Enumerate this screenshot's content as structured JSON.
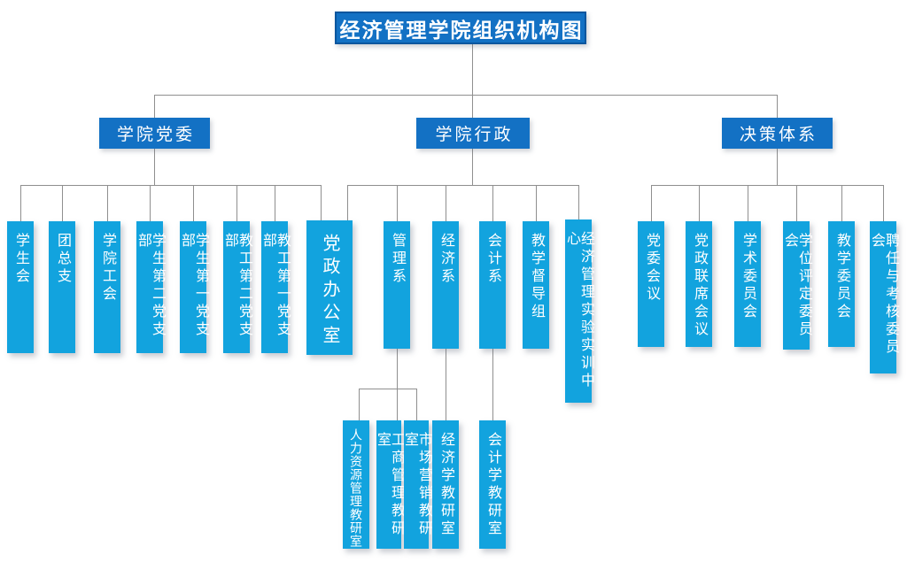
{
  "title": "经济管理学院组织机构图",
  "branches": [
    {
      "label": "学院党委"
    },
    {
      "label": "学院行政"
    },
    {
      "label": "决策体系"
    }
  ],
  "party_children": [
    "学生会",
    "团总支",
    "学院工会",
    "学生第二党支部",
    "学生第一党支部",
    "教工第二党支部",
    "教工第一党支部"
  ],
  "shared_office": "党政办公室",
  "admin_children": [
    "管理系",
    "经济系",
    "会计系",
    "教学督导组",
    "经济管理实验实训中心"
  ],
  "decision_children": [
    "党委会议",
    "党政联席会议",
    "学术委员会",
    "学位评定委员会",
    "教学委员会",
    "聘任与考核委员会"
  ],
  "management_children": [
    "人力资源管理教研室",
    "工商管理教研室",
    "市场营销教研室"
  ],
  "economics_children": [
    "经济学教研室"
  ],
  "accounting_children": [
    "会计学教研室"
  ],
  "colors": {
    "header_blue": "#1371c4",
    "header_border": "#0b569e",
    "node_cyan": "#12a3de",
    "line_gray": "#8f8f8f"
  }
}
